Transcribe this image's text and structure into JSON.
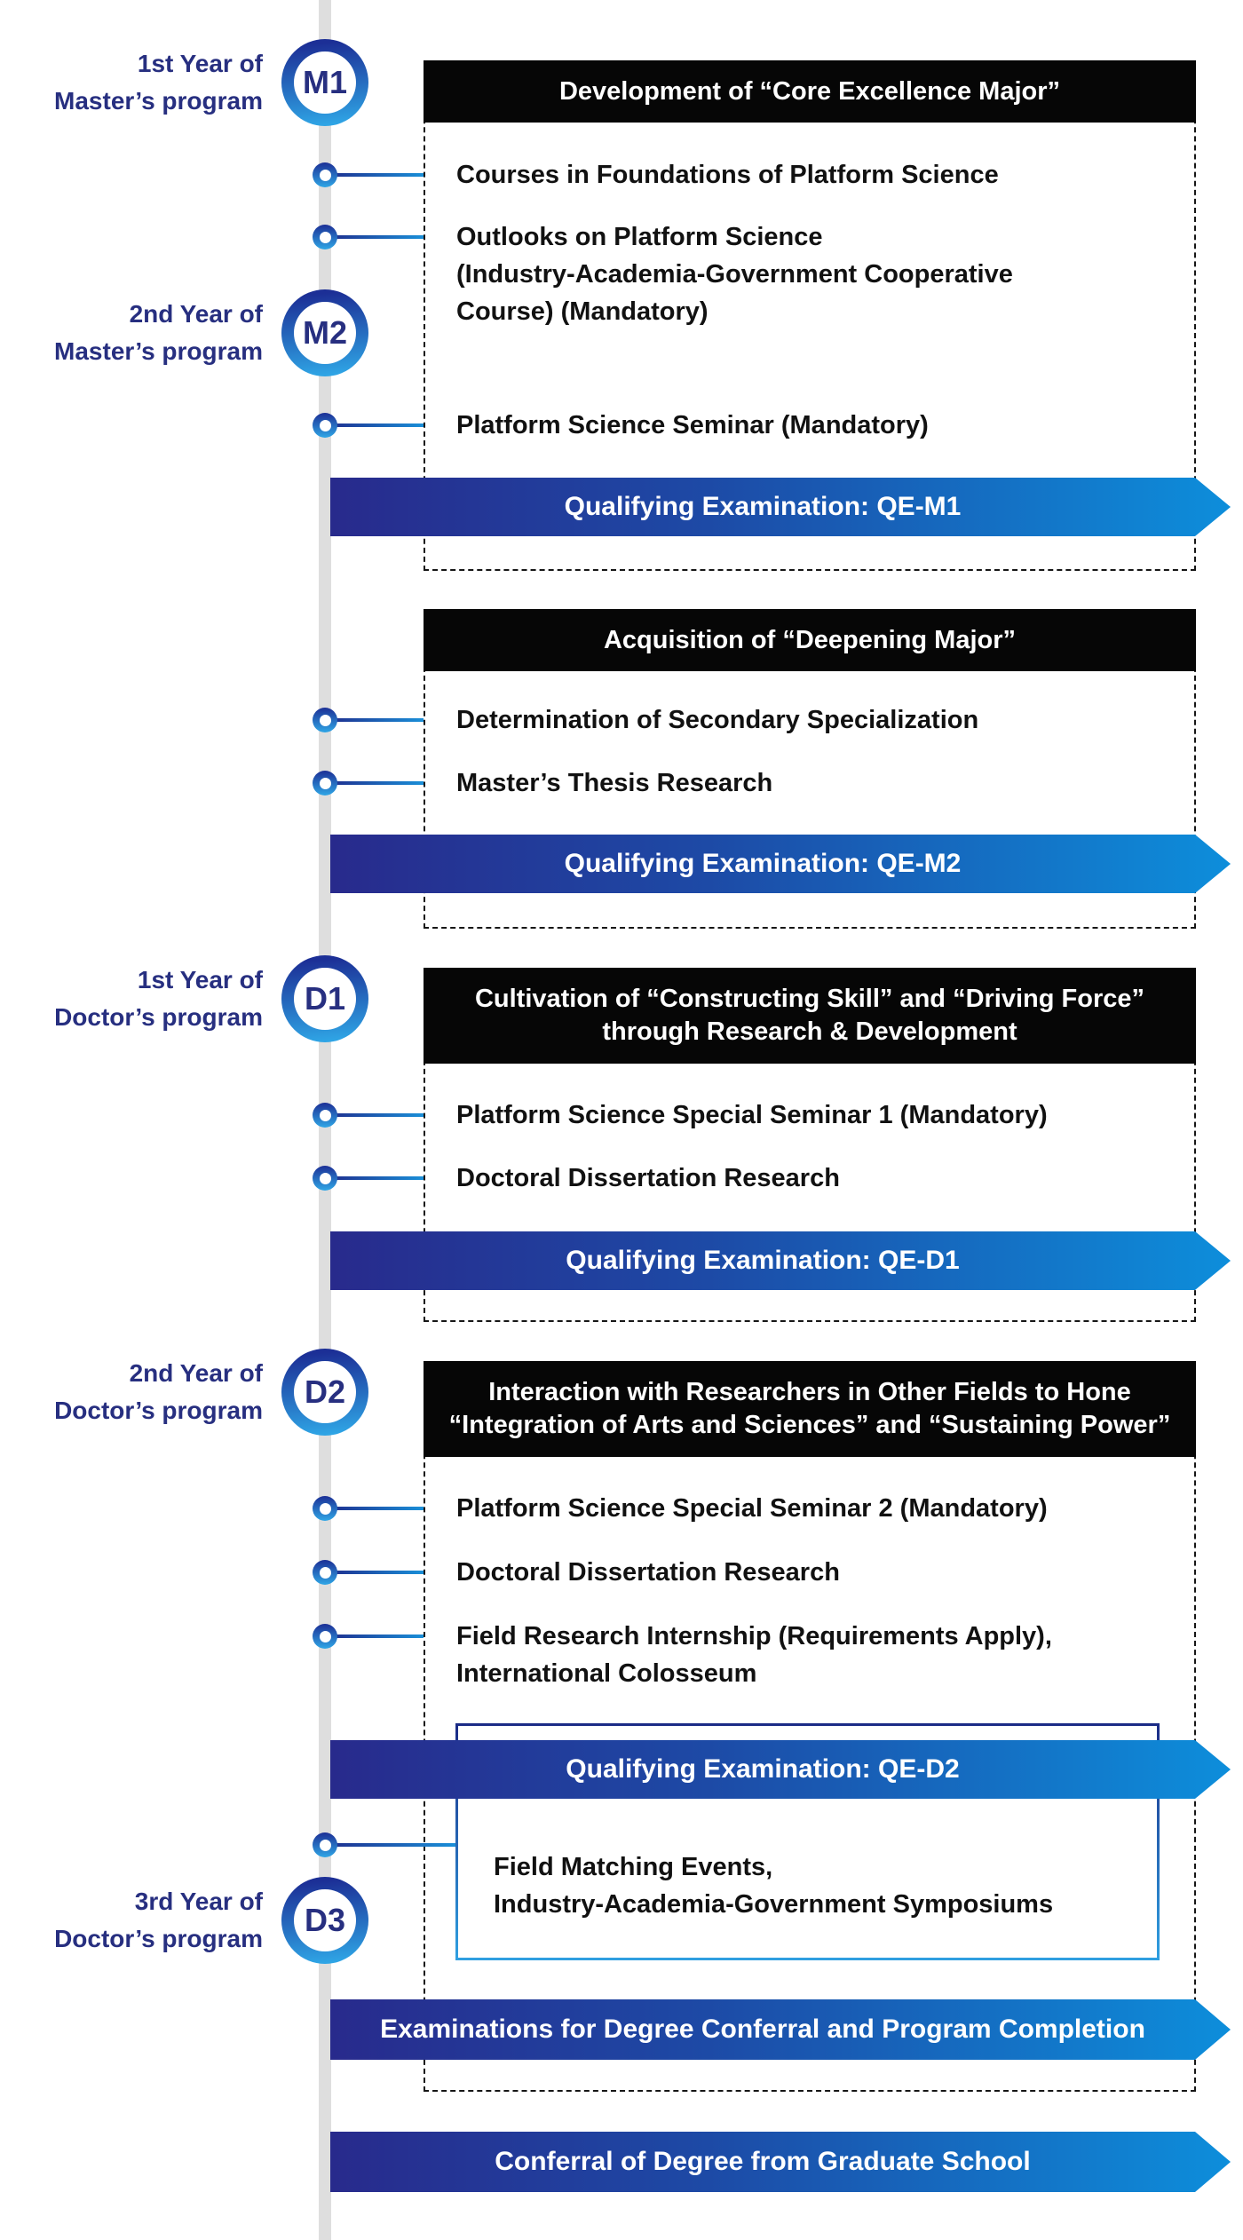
{
  "palette": {
    "gray_line": "#dedede",
    "navy_text": "#272f80",
    "ring_top": "#1c2f96",
    "ring_bottom": "#2fa6e6",
    "header_bg": "#060606",
    "header_text": "#ffffff",
    "arrow_start": "#282a8c",
    "arrow_mid": "#1d4aa6",
    "arrow_end": "#0d8edb",
    "dashed_border": "#161616",
    "item_text": "#111111",
    "box_border_top": "#1b2b86",
    "box_border_bottom": "#2f9fe0"
  },
  "year_markers": [
    {
      "id": "M1",
      "line1": "1st Year of",
      "line2": "Master’s program"
    },
    {
      "id": "M2",
      "line1": "2nd Year of",
      "line2": "Master’s program"
    },
    {
      "id": "D1",
      "line1": "1st Year of",
      "line2": "Doctor’s program"
    },
    {
      "id": "D2",
      "line1": "2nd Year of",
      "line2": "Doctor’s program"
    },
    {
      "id": "D3",
      "line1": "3rd Year of",
      "line2": "Doctor’s program"
    }
  ],
  "sections": [
    {
      "header": "Development of “Core Excellence Major”",
      "items": [
        {
          "text": "Courses in Foundations of Platform Science"
        },
        {
          "text": "Outlooks on Platform Science\n(Industry-Academia-Government Cooperative\nCourse) (Mandatory)"
        },
        {
          "text": "Platform Science Seminar (Mandatory)"
        }
      ],
      "qe_label": "Qualifying Examination: QE-M1"
    },
    {
      "header": "Acquisition of “Deepening Major”",
      "items": [
        {
          "text": "Determination of Secondary Specialization"
        },
        {
          "text": "Master’s Thesis Research"
        }
      ],
      "qe_label": "Qualifying Examination: QE-M2"
    },
    {
      "header": "Cultivation of “Constructing Skill” and “Driving Force”\nthrough Research & Development",
      "items": [
        {
          "text": "Platform Science Special Seminar 1 (Mandatory)"
        },
        {
          "text": "Doctoral Dissertation Research"
        }
      ],
      "qe_label": "Qualifying Examination: QE-D1"
    },
    {
      "header": "Interaction with Researchers in Other Fields to Hone\n“Integration of Arts and Sciences” and “Sustaining Power”",
      "items": [
        {
          "text": "Platform Science Special Seminar 2 (Mandatory)"
        },
        {
          "text": "Doctoral Dissertation Research"
        },
        {
          "text": "Field Research Internship (Requirements Apply),\nInternational Colosseum"
        }
      ],
      "qe_label": "Qualifying Examination: QE-D2"
    }
  ],
  "highlight_box": {
    "text": "Field Matching Events,\nIndustry-Academia-Government Symposiums"
  },
  "final_bars": [
    {
      "label": "Examinations for Degree Conferral and Program Completion"
    },
    {
      "label": "Conferral of Degree from Graduate School"
    }
  ]
}
